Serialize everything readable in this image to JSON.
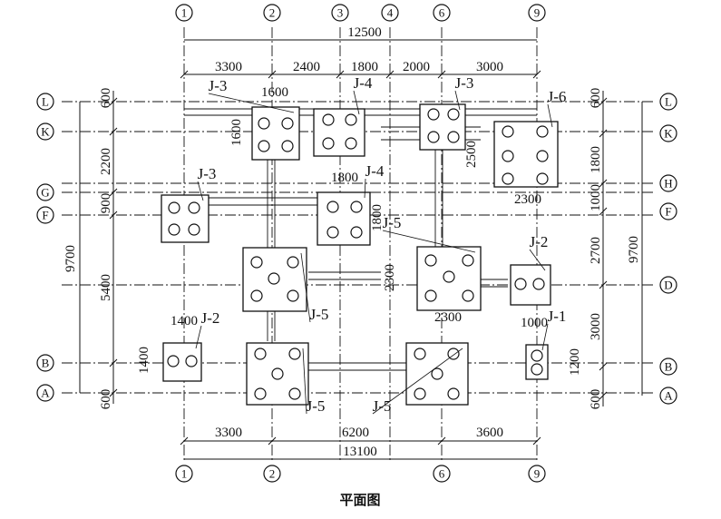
{
  "caption": "平面图",
  "axes_top": [
    "1",
    "2",
    "3",
    "4",
    "6",
    "9"
  ],
  "axes_bottom": [
    "1",
    "2",
    "6",
    "9"
  ],
  "axes_left": [
    "L",
    "K",
    "G",
    "F",
    "B",
    "A"
  ],
  "axes_right": [
    "L",
    "K",
    "H",
    "F",
    "D",
    "B",
    "A"
  ],
  "dims": {
    "top_total": "12500",
    "top_spans": [
      "3300",
      "2400",
      "1800",
      "2000",
      "3000"
    ],
    "bottom_total": "13100",
    "bottom_spans": [
      "3300",
      "6200",
      "3600"
    ],
    "left_total": "9700",
    "left_spans": [
      "600",
      "2200",
      "900",
      "5400",
      "600"
    ],
    "right_total": "9700",
    "right_spans": [
      "600",
      "1800",
      "1000",
      "2700",
      "3000",
      "600"
    ]
  },
  "footings": [
    {
      "label": "J-3",
      "size_w": "1600",
      "size_h": "1600"
    },
    {
      "label": "J-4"
    },
    {
      "label": "J-3"
    },
    {
      "label": "J-6",
      "size_w": "2300",
      "size_h": "2500"
    },
    {
      "label": "J-3"
    },
    {
      "label": "J-4",
      "size_w": "1800",
      "size_h": "1800"
    },
    {
      "label": "J-5"
    },
    {
      "label": "J-5",
      "size_w": "2300",
      "size_h": "2300"
    },
    {
      "label": "J-2"
    },
    {
      "label": "J-2",
      "size_w": "1400",
      "size_h": "1400"
    },
    {
      "label": "J-5"
    },
    {
      "label": "J-5"
    },
    {
      "label": "J-1",
      "size_w": "1000",
      "size_h": "1200"
    }
  ]
}
